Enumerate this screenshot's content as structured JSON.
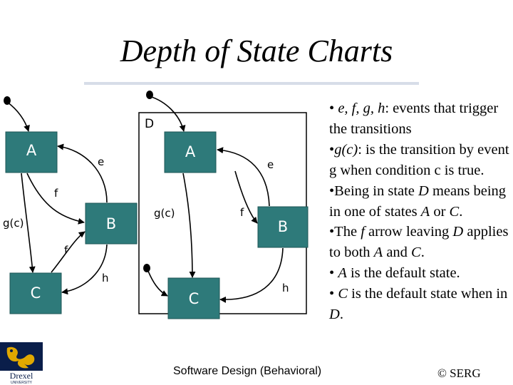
{
  "slide": {
    "title": "Depth of State Charts",
    "footer": "Software Design (Behavioral)",
    "copyright": "© SERG"
  },
  "logo": {
    "name": "Drexel",
    "subtitle": "UNIVERSITY"
  },
  "colors": {
    "state_fill": "#2e7a7a",
    "state_text": "#ffffff",
    "arrow": "#000000",
    "superstate_border": "#000000",
    "title_rule": "#d7dde8",
    "logo_bg": "#0a1e4a",
    "logo_gold": "#e0a800"
  },
  "left_chart": {
    "states": {
      "a": "A",
      "b": "B",
      "c": "C"
    },
    "events": {
      "e": "e",
      "f_ab": "f",
      "g": "g(c)",
      "f_bc": "f",
      "h": "h"
    }
  },
  "right_chart": {
    "superstate": "D",
    "states": {
      "a": "A",
      "b": "B",
      "c": "C"
    },
    "events": {
      "e": "e",
      "g": "g(c)",
      "f": "f",
      "h": "h"
    }
  },
  "bullets": [
    {
      "parts": [
        {
          "t": "• ",
          "i": false
        },
        {
          "t": "e, f, g, h",
          "i": true
        },
        {
          "t": ": events that trigger the transitions",
          "i": false
        }
      ]
    },
    {
      "parts": [
        {
          "t": "•",
          "i": false
        },
        {
          "t": "g(c)",
          "i": true
        },
        {
          "t": ": is the transition by event g when condition c is true.",
          "i": false
        }
      ]
    },
    {
      "parts": [
        {
          "t": "•Being in state ",
          "i": false
        },
        {
          "t": "D",
          "i": true
        },
        {
          "t": " means being in one of states ",
          "i": false
        },
        {
          "t": "A",
          "i": true
        },
        {
          "t": " or ",
          "i": false
        },
        {
          "t": "C",
          "i": true
        },
        {
          "t": ".",
          "i": false
        }
      ]
    },
    {
      "parts": [
        {
          "t": "•The ",
          "i": false
        },
        {
          "t": "f",
          "i": true
        },
        {
          "t": " arrow leaving ",
          "i": false
        },
        {
          "t": "D",
          "i": true
        },
        {
          "t": " applies to both ",
          "i": false
        },
        {
          "t": "A",
          "i": true
        },
        {
          "t": " and ",
          "i": false
        },
        {
          "t": "C",
          "i": true
        },
        {
          "t": ".",
          "i": false
        }
      ]
    },
    {
      "parts": [
        {
          "t": "• ",
          "i": false
        },
        {
          "t": "A",
          "i": true
        },
        {
          "t": " is the default state.",
          "i": false
        }
      ]
    },
    {
      "parts": [
        {
          "t": "• ",
          "i": false
        },
        {
          "t": "C",
          "i": true
        },
        {
          "t": " is the default state when in ",
          "i": false
        },
        {
          "t": "D",
          "i": true
        },
        {
          "t": ".",
          "i": false
        }
      ]
    }
  ]
}
